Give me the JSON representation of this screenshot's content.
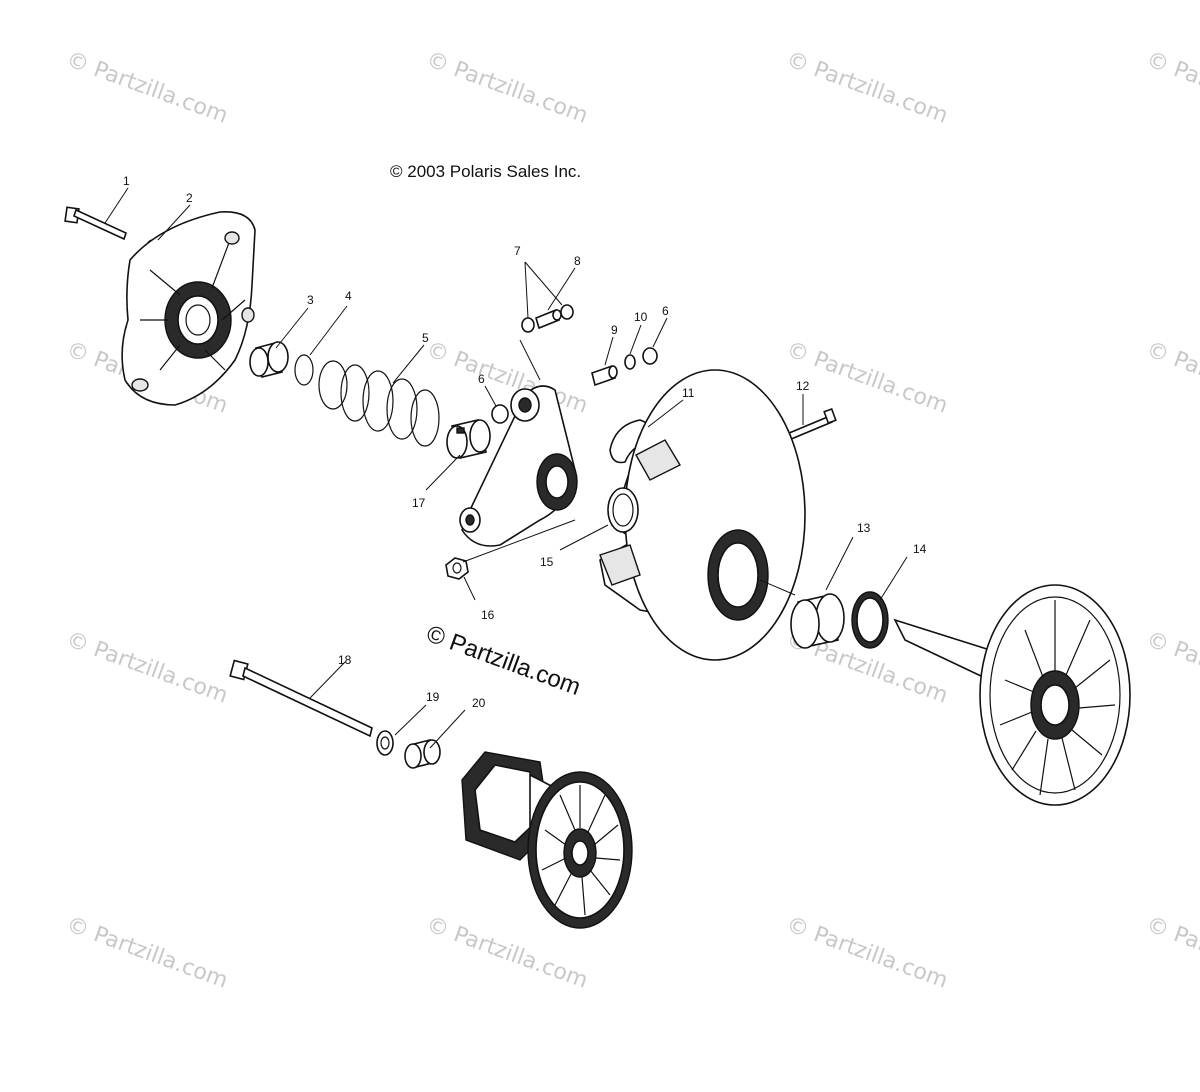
{
  "copyright": "© 2003 Polaris Sales Inc.",
  "center_watermark": "© Partzilla.com",
  "watermark_text": "© Partzilla.com",
  "callouts": [
    "1",
    "2",
    "3",
    "4",
    "5",
    "6",
    "6",
    "7",
    "8",
    "9",
    "10",
    "11",
    "12",
    "13",
    "14",
    "15",
    "16",
    "17",
    "18",
    "19",
    "20"
  ],
  "colors": {
    "line": "#111111",
    "watermark": "#c8c8c8",
    "background": "#ffffff"
  }
}
